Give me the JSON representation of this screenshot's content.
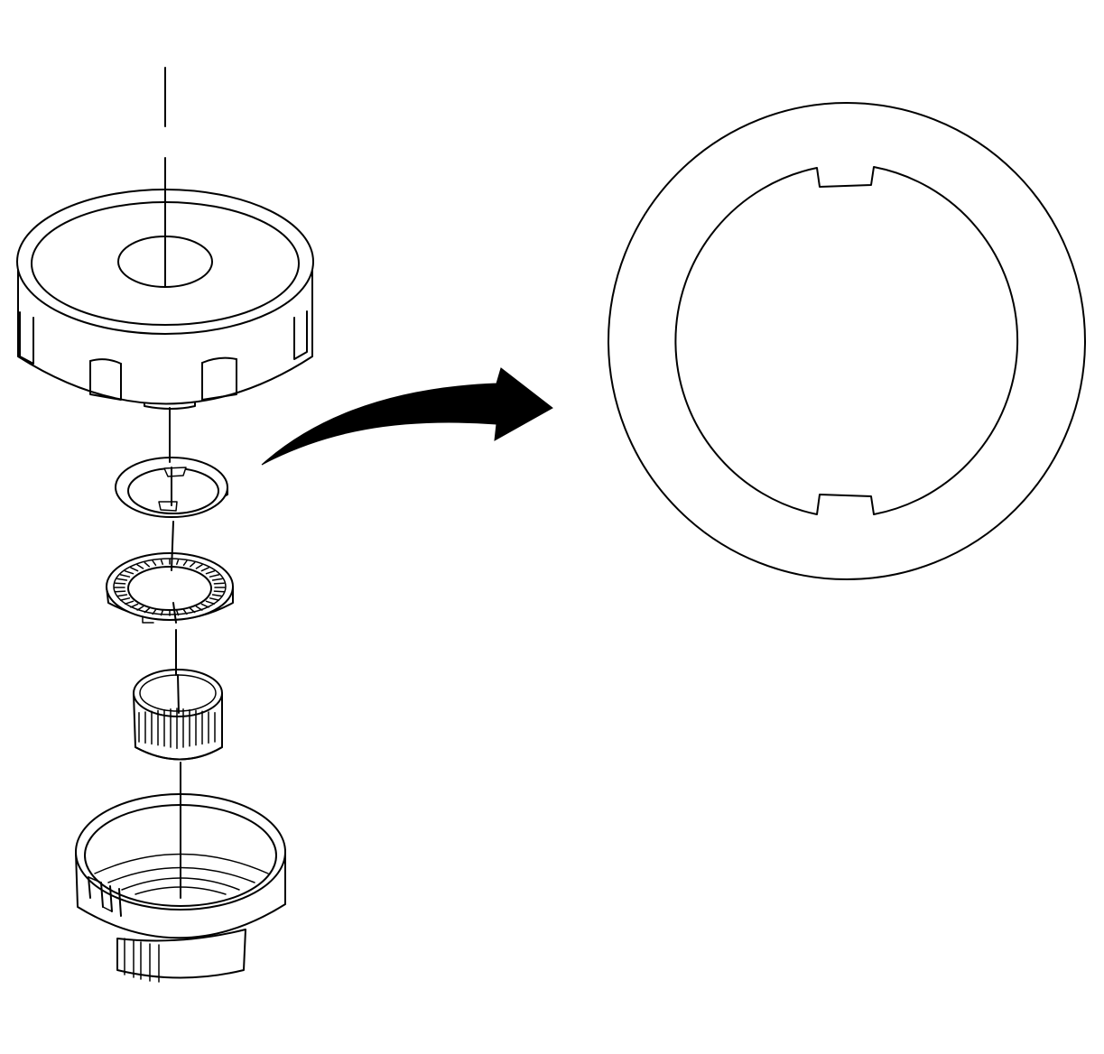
{
  "diagram": {
    "kind": "exploded-parts-illustration",
    "stroke_color": "#000000",
    "background_color": "#ffffff",
    "parts": [
      "gear-hub",
      "thrust-washer",
      "thrust-bearing",
      "needle-bearing",
      "carrier-housing"
    ],
    "detail_view": "thrust-washer-detail",
    "callout": "curved-arrow"
  }
}
